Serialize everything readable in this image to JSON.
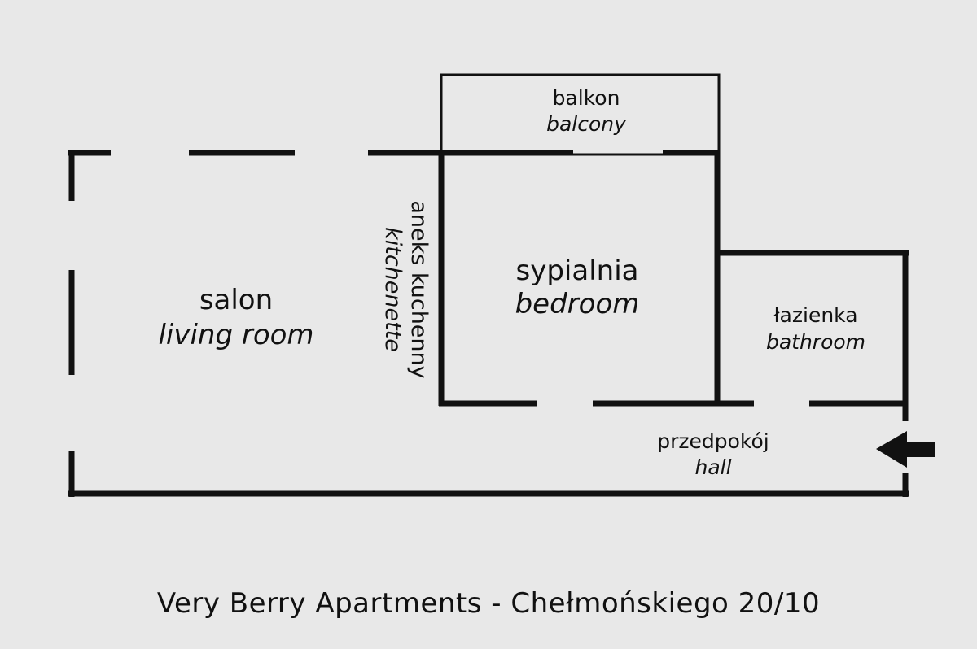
{
  "rooms": {
    "balcony": {
      "label_pl": "balkon",
      "label_en": "balcony"
    },
    "living": {
      "label_pl": "salon",
      "label_en": "living room"
    },
    "kitchen": {
      "label_pl": "aneks kuchenny",
      "label_en": "kitchenette"
    },
    "bedroom": {
      "label_pl": "sypialnia",
      "label_en": "bedroom"
    },
    "bathroom": {
      "label_pl": "łazienka",
      "label_en": "bathroom"
    },
    "hall": {
      "label_pl": "przedpokój",
      "label_en": "hall"
    }
  },
  "footer": {
    "title": "Very Berry Apartments - Chełmońskiego 20/10"
  },
  "colors": {
    "background": "#e8e8e8",
    "ink": "#111111"
  },
  "icons": {
    "entrance": "entrance-arrow-icon"
  }
}
